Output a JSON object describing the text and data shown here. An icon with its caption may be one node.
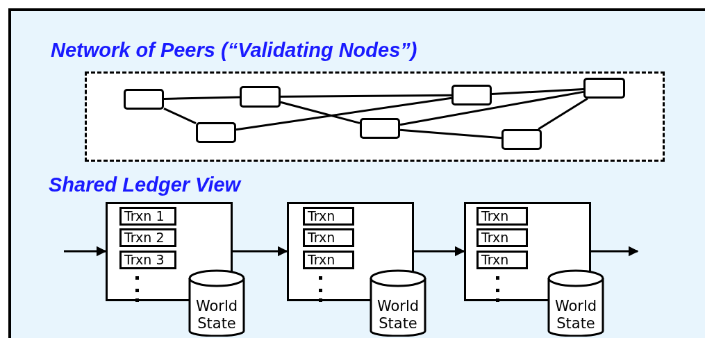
{
  "diagram": {
    "nodes": [
      {
        "text": [
          "Network of Peers (“Validating Nodes”)"
        ]
      },
      {
        "text": [],
        "shape": "box",
        "in": 0
      },
      {
        "text": [],
        "shape": "box",
        "in": 0
      },
      {
        "text": [],
        "shape": "box",
        "in": 0
      },
      {
        "text": [],
        "shape": "box",
        "in": 0
      },
      {
        "text": [],
        "shape": "box",
        "in": 0
      },
      {
        "text": [],
        "shape": "box",
        "in": 0
      },
      {
        "text": [],
        "shape": "box",
        "in": 0
      },
      {
        "text": [],
        "shape": "box"
      },
      {
        "text": [
          "Trxn 1"
        ],
        "in": 8
      },
      {
        "text": [
          "Trxn 2"
        ],
        "in": 8
      },
      {
        "text": [
          "Trxn 3"
        ],
        "in": 8
      },
      {
        "text": [
          "World State"
        ]
      },
      {
        "text": [],
        "shape": "box"
      },
      {
        "text": [
          "Trxn"
        ],
        "in": 13
      },
      {
        "text": [
          "Trxn"
        ],
        "in": 13
      },
      {
        "text": [
          "Trxn"
        ],
        "in": 13
      },
      {
        "text": [
          "World State"
        ]
      },
      {
        "text": [],
        "shape": "box"
      },
      {
        "text": [
          "Trxn"
        ],
        "in": 18
      },
      {
        "text": [
          "Trxn"
        ],
        "in": 18
      },
      {
        "text": [
          "Trxn"
        ],
        "in": 18
      },
      {
        "text": [
          "World State"
        ]
      }
    ],
    "edges": [
      {
        "from": 1,
        "to": 3,
        "arrow": "none"
      },
      {
        "from": 1,
        "to": 2,
        "arrow": "none"
      },
      {
        "from": 3,
        "to": 5,
        "arrow": "none"
      },
      {
        "from": 3,
        "to": 4,
        "arrow": "none"
      },
      {
        "from": 2,
        "to": 5,
        "arrow": "none"
      },
      {
        "from": 5,
        "to": 7,
        "arrow": "none"
      },
      {
        "from": 4,
        "to": 7,
        "arrow": "none"
      },
      {
        "from": 4,
        "to": 6,
        "arrow": "none"
      },
      {
        "from": 6,
        "to": 7,
        "arrow": "none"
      },
      {
        "from": null,
        "to": 8,
        "arrow": "to"
      },
      {
        "from": 8,
        "to": 13,
        "arrow": "to"
      },
      {
        "from": 13,
        "to": 18,
        "arrow": "to"
      },
      {
        "from": 18,
        "to": null,
        "arrow": "to"
      }
    ],
    "labels": [
      "Shared Ledger View"
    ]
  }
}
